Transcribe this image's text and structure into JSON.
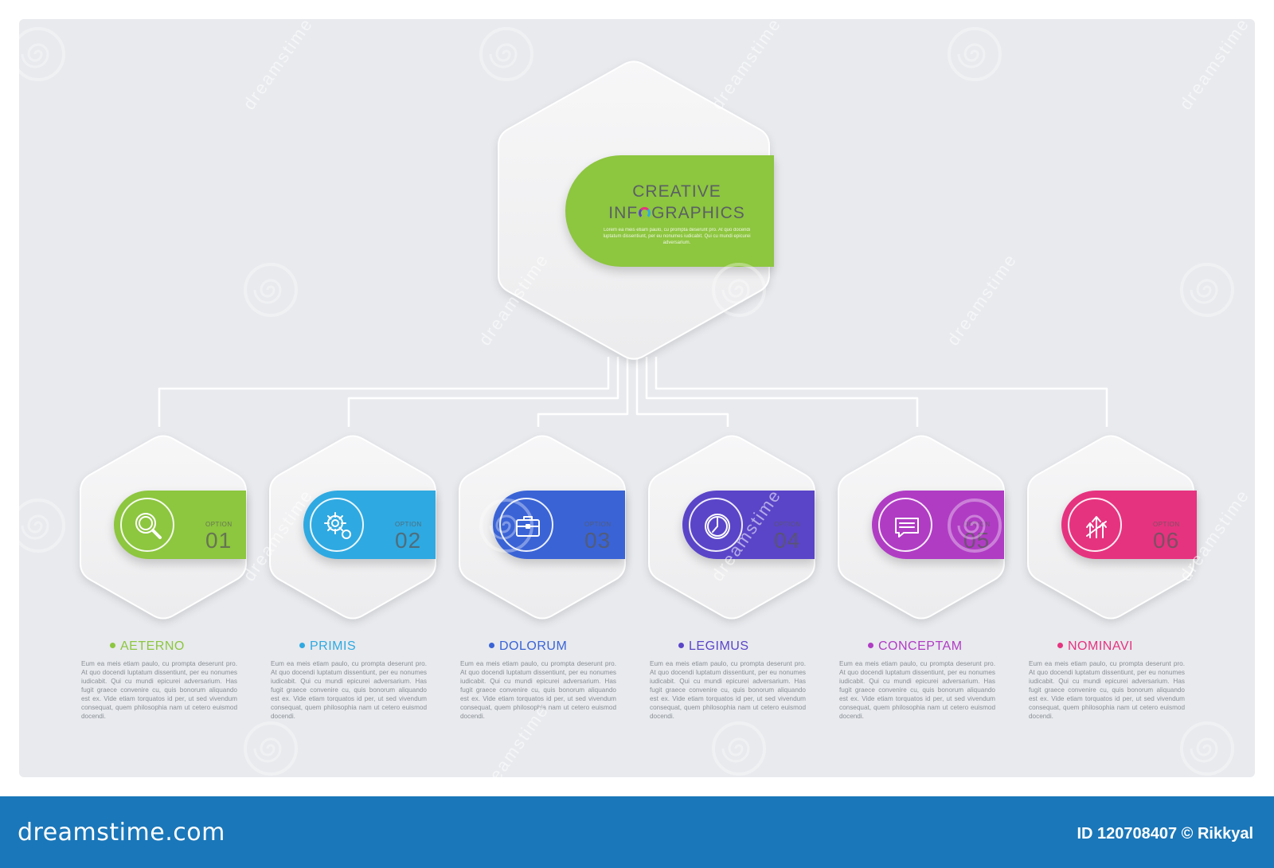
{
  "main": {
    "title_line1": "CREATIVE",
    "title_line2_pre": "INF",
    "title_line2_post": "GRAPHICS",
    "color": "#8dc63f",
    "small_text": "Lorem ea meis etiam paulo, cu prompta deserunt pro. At quo docendi luptatum dissentiunt, per eu nonumes iudicabit. Qui cu mundi epicurei adversarium."
  },
  "options": [
    {
      "label": "OPTION",
      "number": "01",
      "name": "AETERNO",
      "color": "#8dc63f",
      "icon": "magnifier-icon",
      "text": "Eum ea meis etiam paulo, cu prompta deserunt pro. At quo docendi luptatum dissentiunt, per eu nonumes iudicabit. Qui cu mundi epicurei adversarium. Has fugit graece convenire cu, quis bonorum aliquando est ex. Vide etiam torquatos id per, ut sed vivendum consequat, quem philosophia nam ut cetero euismod docendi."
    },
    {
      "label": "OPTION",
      "number": "02",
      "name": "PRIMIS",
      "color": "#2fa9e1",
      "icon": "gears-icon",
      "text": "Eum ea meis etiam paulo, cu prompta deserunt pro. At quo docendi luptatum dissentiunt, per eu nonumes iudicabit. Qui cu mundi epicurei adversarium. Has fugit graece convenire cu, quis bonorum aliquando est ex. Vide etiam torquatos id per, ut sed vivendum consequat, quem philosophia nam ut cetero euismod docendi."
    },
    {
      "label": "OPTION",
      "number": "03",
      "name": "DOLORUM",
      "color": "#3a63d6",
      "icon": "briefcase-icon",
      "text": "Eum ea meis etiam paulo, cu prompta deserunt pro. At quo docendi luptatum dissentiunt, per eu nonumes iudicabit. Qui cu mundi epicurei adversarium. Has fugit graece convenire cu, quis bonorum aliquando est ex. Vide etiam torquatos id per, ut sed vivendum consequat, quem philosophia nam ut cetero euismod docendi."
    },
    {
      "label": "OPTION",
      "number": "04",
      "name": "LEGIMUS",
      "color": "#5a45c8",
      "icon": "clock-icon",
      "text": "Eum ea meis etiam paulo, cu prompta deserunt pro. At quo docendi luptatum dissentiunt, per eu nonumes iudicabit. Qui cu mundi epicurei adversarium. Has fugit graece convenire cu, quis bonorum aliquando est ex. Vide etiam torquatos id per, ut sed vivendum consequat, quem philosophia nam ut cetero euismod docendi."
    },
    {
      "label": "OPTION",
      "number": "05",
      "name": "CONCEPTAM",
      "color": "#b03cc4",
      "icon": "chat-icon",
      "text": "Eum ea meis etiam paulo, cu prompta deserunt pro. At quo docendi luptatum dissentiunt, per eu nonumes iudicabit. Qui cu mundi epicurei adversarium. Has fugit graece convenire cu, quis bonorum aliquando est ex. Vide etiam torquatos id per, ut sed vivendum consequat, quem philosophia nam ut cetero euismod docendi."
    },
    {
      "label": "OPTION",
      "number": "06",
      "name": "NOMINAVI",
      "color": "#e6337f",
      "icon": "arrows-up-icon",
      "text": "Eum ea meis etiam paulo, cu prompta deserunt pro. At quo docendi luptatum dissentiunt, per eu nonumes iudicabit. Qui cu mundi epicurei adversarium. Has fugit graece convenire cu, quis bonorum aliquando est ex. Vide etiam torquatos id per, ut sed vivendum consequat, quem philosophia nam ut cetero euismod docendi."
    }
  ],
  "watermark": {
    "text": "dreamstime"
  },
  "footer": {
    "logo": "dreamstime.com",
    "id_text": "ID 120708407 © Rikkyal"
  }
}
